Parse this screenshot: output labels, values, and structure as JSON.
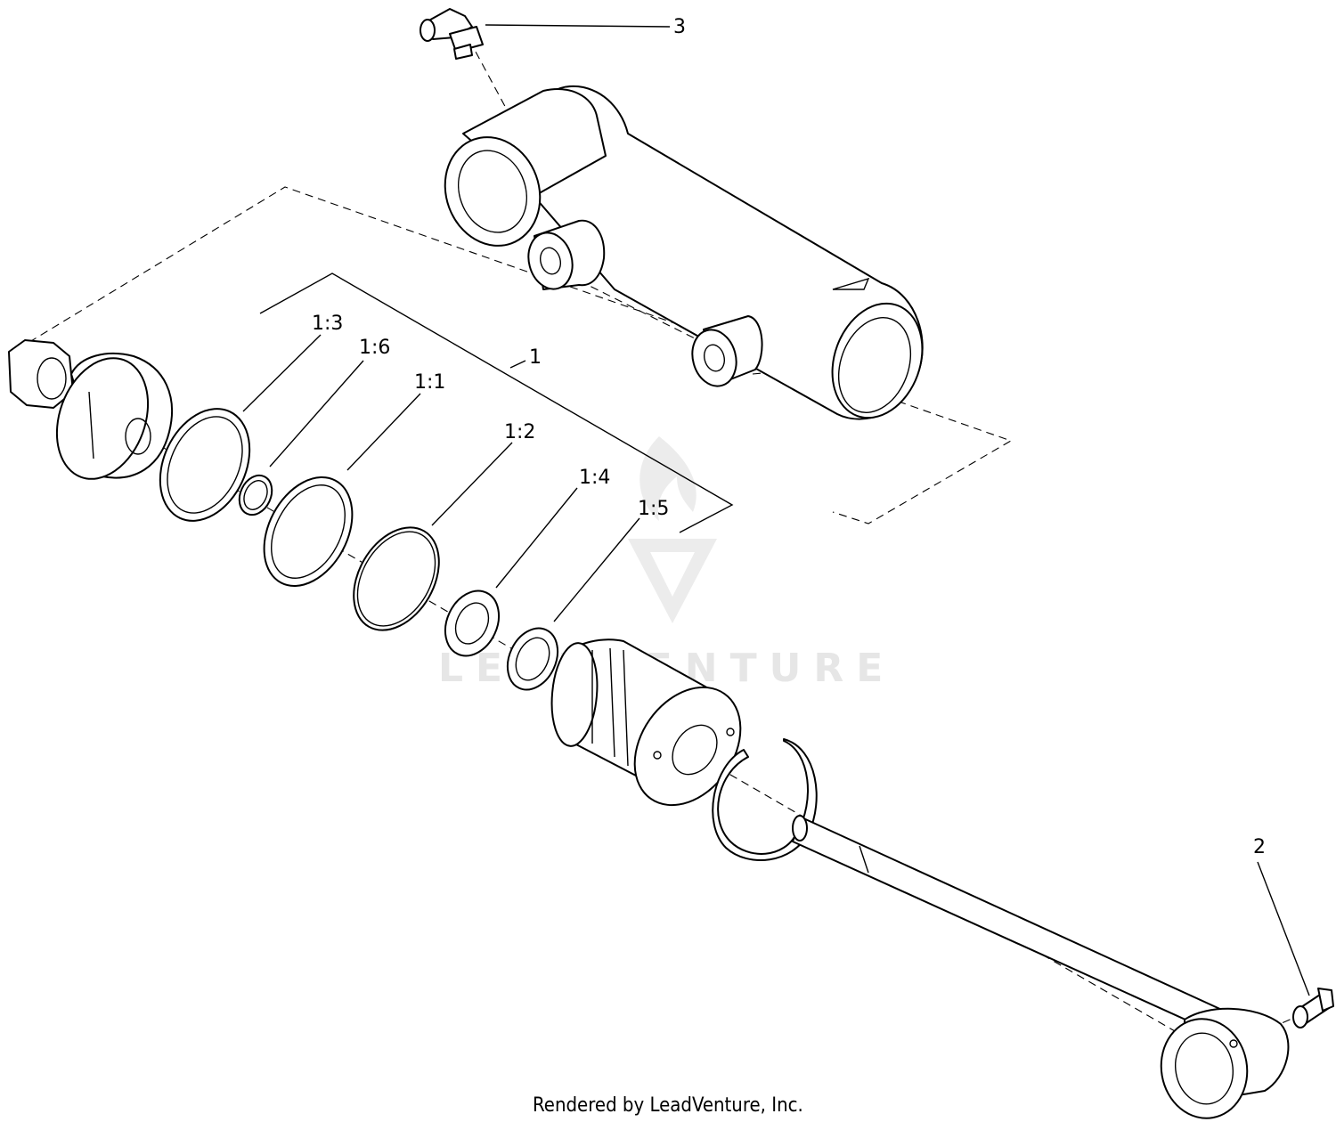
{
  "callouts": {
    "c3": "3",
    "c1": "1",
    "c1_3": "1:3",
    "c1_6": "1:6",
    "c1_1": "1:1",
    "c1_2": "1:2",
    "c1_4": "1:4",
    "c1_5": "1:5",
    "c2": "2"
  },
  "watermark": "LEADVENTURE",
  "footer": "Rendered by LeadVenture, Inc."
}
